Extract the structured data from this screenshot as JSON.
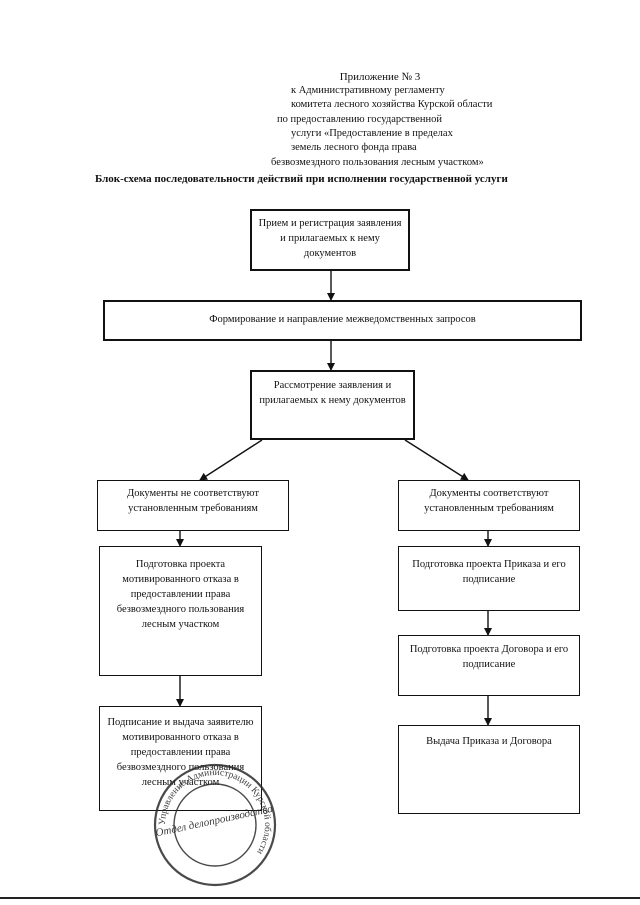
{
  "appendix": {
    "title": "Приложение № 3",
    "lines": [
      "к Административному регламенту",
      "комитета лесного хозяйства Курской области",
      "по  предоставлению государственной",
      "услуги «Предоставление в пределах",
      "земель лесного фонда права",
      "безвозмездного пользования лесным участком»"
    ]
  },
  "doc_title": "Блок-схема последовательности действий при исполнении государственной услуги",
  "flow": {
    "step1": "Прием и регистрация заявления и прилагаемых к нему документов",
    "step2": "Формирование и направление межведомственных запросов",
    "step3": "Рассмотрение заявления и прилагаемых к нему документов",
    "left": {
      "check": "Документы не соответствуют установленным требованиям",
      "prepare": "Подготовка проекта мотивированного отказа в предоставлении права безвозмездного пользования лесным участком",
      "issue": "Подписание и выдача заявителю мотивированного отказа в предоставлении права  безвозмездного пользования лесным участком"
    },
    "right": {
      "check": "Документы соответствуют установленным требованиям",
      "order": "Подготовка проекта Приказа и его подписание",
      "contract": "Подготовка проекта Договора и его  подписание",
      "issue": "Выдача Приказа и Договора"
    }
  },
  "stamp": {
    "outer_text": "Управление Администрации Курской области",
    "inner_text": "Отдел делопроизводства"
  },
  "colors": {
    "ink": "#111111",
    "stamp": "#2a2a2a"
  }
}
